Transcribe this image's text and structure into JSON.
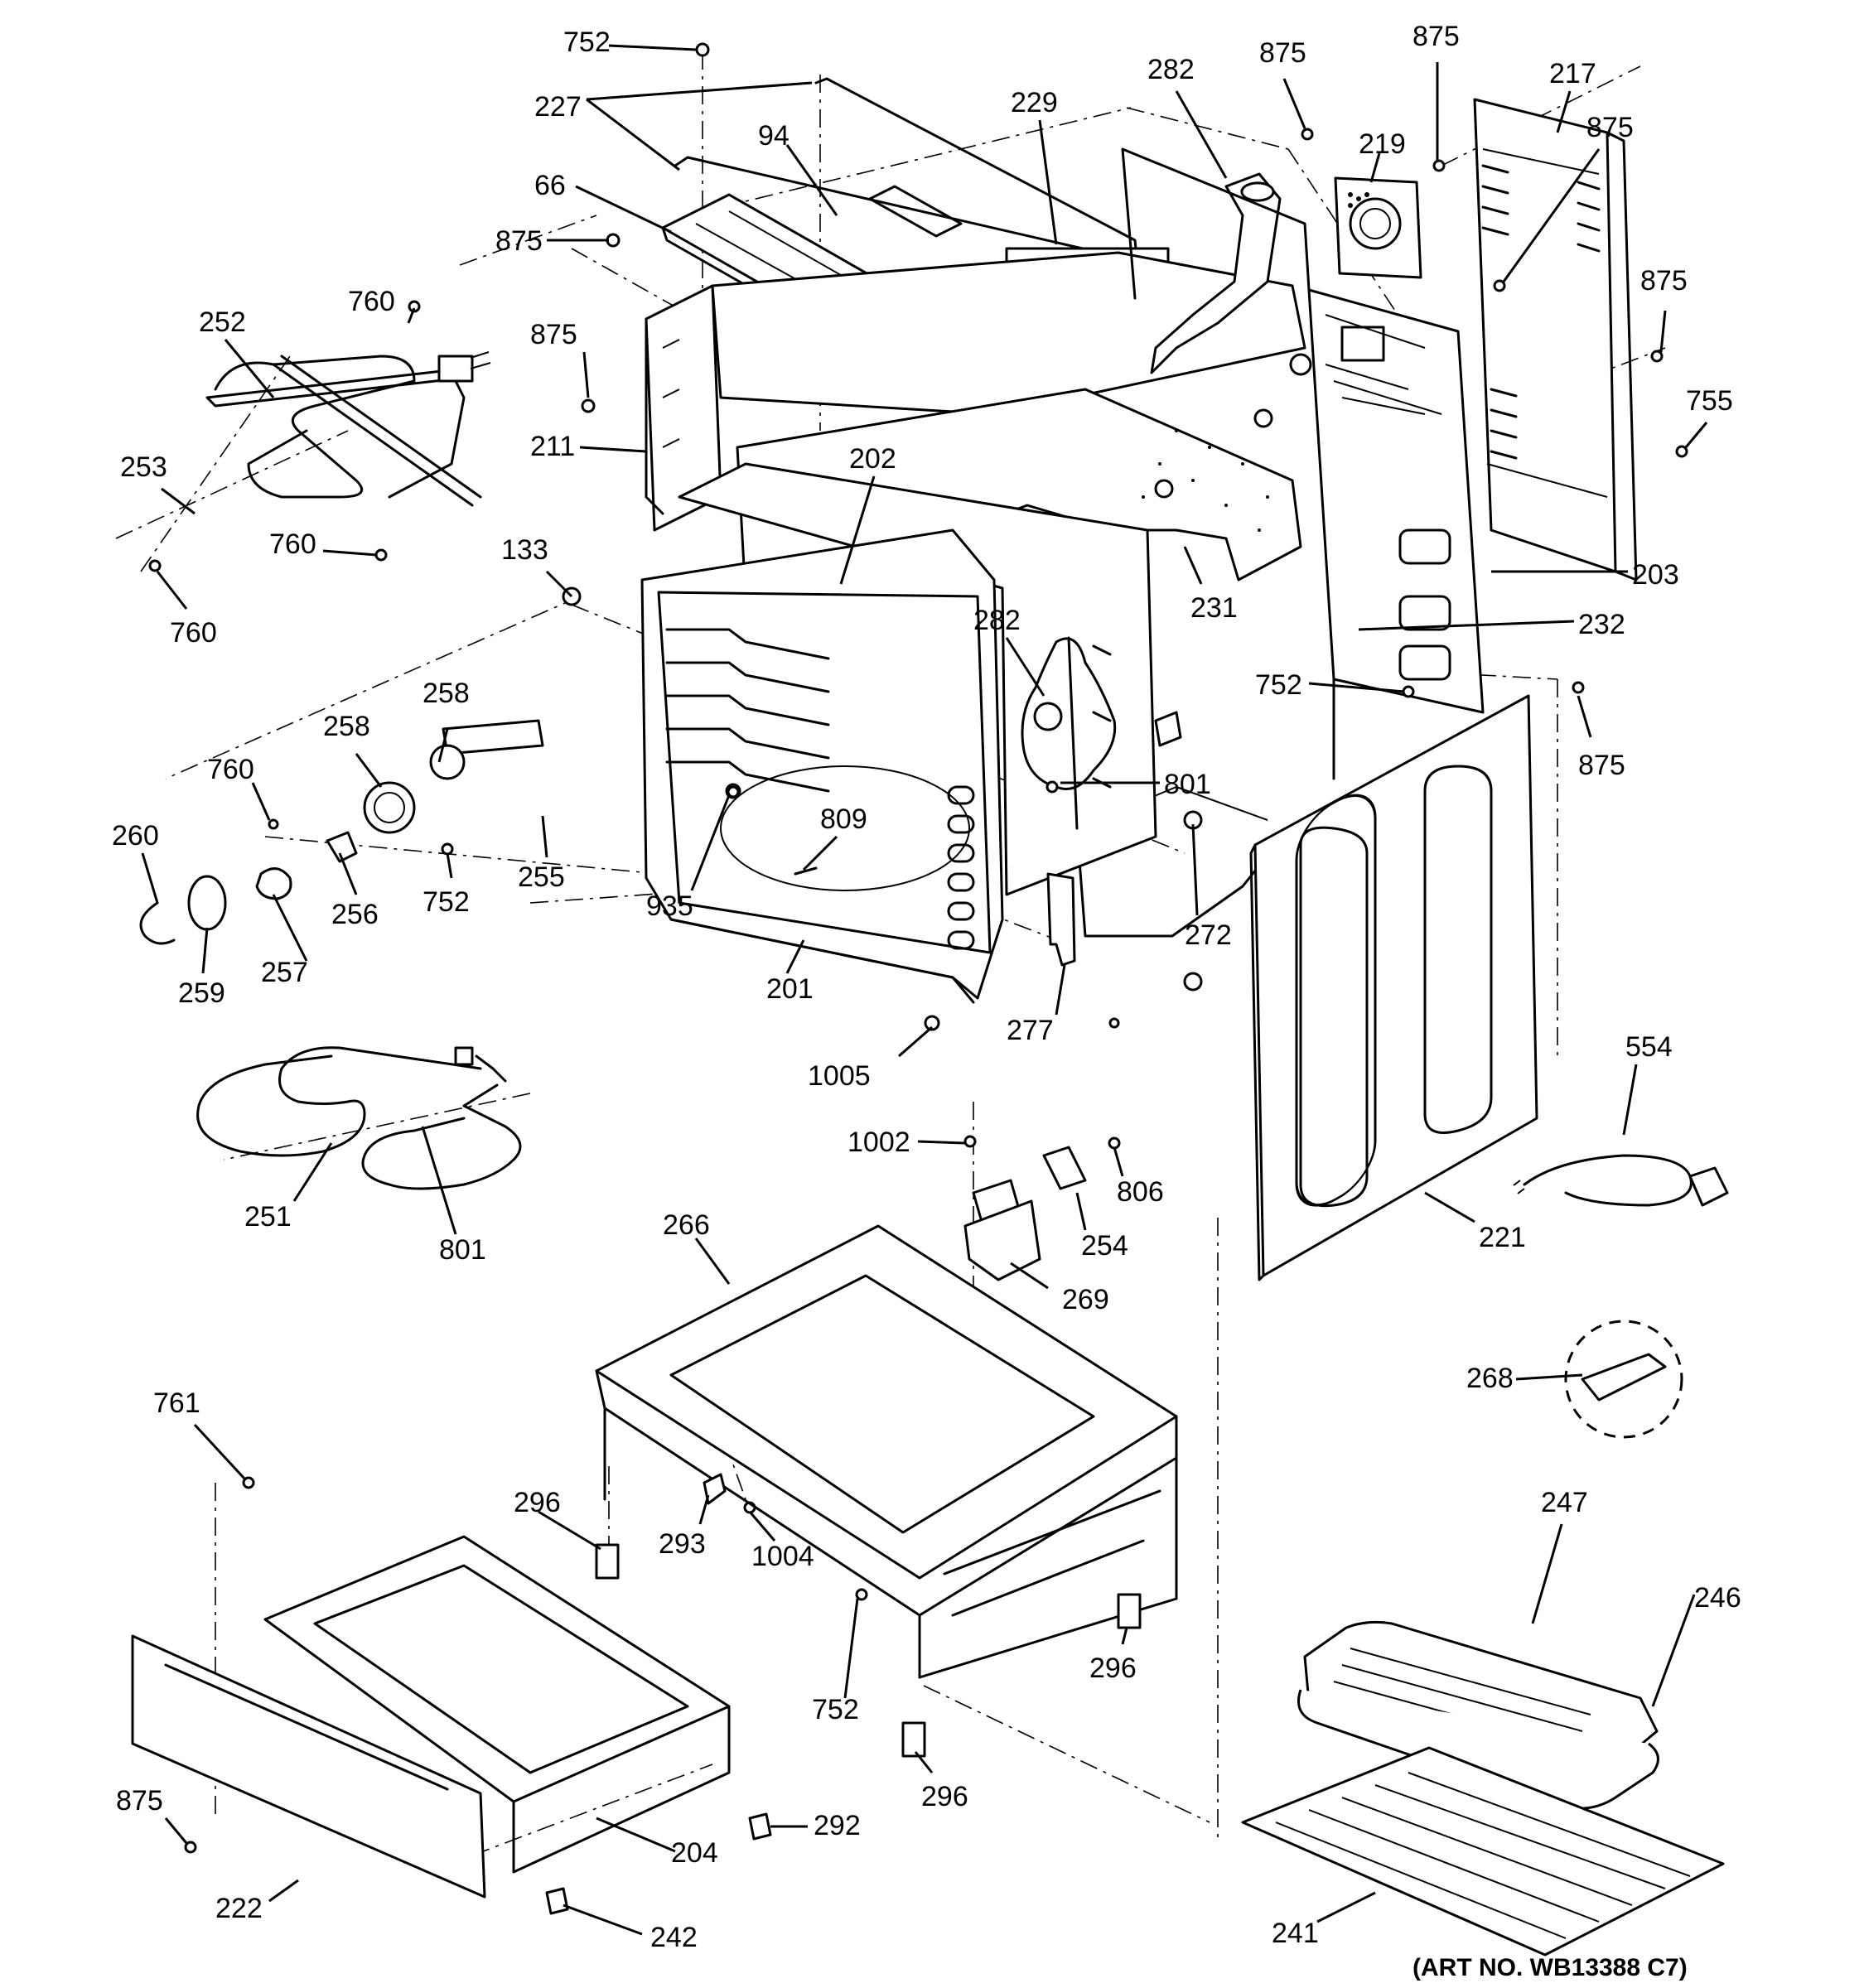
{
  "art_number": "(ART NO. WB13388 C7)",
  "labels": [
    {
      "id": "l752a",
      "text": "752"
    },
    {
      "id": "l227",
      "text": "227"
    },
    {
      "id": "l94",
      "text": "94"
    },
    {
      "id": "l66",
      "text": "66"
    },
    {
      "id": "l875a",
      "text": "875"
    },
    {
      "id": "l875b",
      "text": "875"
    },
    {
      "id": "l229",
      "text": "229"
    },
    {
      "id": "l282a",
      "text": "282"
    },
    {
      "id": "l875c",
      "text": "875"
    },
    {
      "id": "l875d",
      "text": "875"
    },
    {
      "id": "l219",
      "text": "219"
    },
    {
      "id": "l217",
      "text": "217"
    },
    {
      "id": "l875e",
      "text": "875"
    },
    {
      "id": "l875f",
      "text": "875"
    },
    {
      "id": "l755",
      "text": "755"
    },
    {
      "id": "l203",
      "text": "203"
    },
    {
      "id": "l232",
      "text": "232"
    },
    {
      "id": "l752b",
      "text": "752"
    },
    {
      "id": "l875g",
      "text": "875"
    },
    {
      "id": "l760a",
      "text": "760"
    },
    {
      "id": "l252",
      "text": "252"
    },
    {
      "id": "l253",
      "text": "253"
    },
    {
      "id": "l760b",
      "text": "760"
    },
    {
      "id": "l760c",
      "text": "760"
    },
    {
      "id": "l211",
      "text": "211"
    },
    {
      "id": "l202",
      "text": "202"
    },
    {
      "id": "l133",
      "text": "133"
    },
    {
      "id": "l231",
      "text": "231"
    },
    {
      "id": "l282b",
      "text": "282"
    },
    {
      "id": "l801a",
      "text": "801"
    },
    {
      "id": "l258a",
      "text": "258"
    },
    {
      "id": "l258b",
      "text": "258"
    },
    {
      "id": "l760d",
      "text": "760"
    },
    {
      "id": "l260",
      "text": "260"
    },
    {
      "id": "l255",
      "text": "255"
    },
    {
      "id": "l752c",
      "text": "752"
    },
    {
      "id": "l256",
      "text": "256"
    },
    {
      "id": "l257",
      "text": "257"
    },
    {
      "id": "l259",
      "text": "259"
    },
    {
      "id": "l809",
      "text": "809"
    },
    {
      "id": "l935",
      "text": "935"
    },
    {
      "id": "l201",
      "text": "201"
    },
    {
      "id": "l272",
      "text": "272"
    },
    {
      "id": "l277",
      "text": "277"
    },
    {
      "id": "l1005",
      "text": "1005"
    },
    {
      "id": "l554",
      "text": "554"
    },
    {
      "id": "l251",
      "text": "251"
    },
    {
      "id": "l801b",
      "text": "801"
    },
    {
      "id": "l1002",
      "text": "1002"
    },
    {
      "id": "l806",
      "text": "806"
    },
    {
      "id": "l254",
      "text": "254"
    },
    {
      "id": "l221",
      "text": "221"
    },
    {
      "id": "l266",
      "text": "266"
    },
    {
      "id": "l269",
      "text": "269"
    },
    {
      "id": "l268",
      "text": "268"
    },
    {
      "id": "l761",
      "text": "761"
    },
    {
      "id": "l296a",
      "text": "296"
    },
    {
      "id": "l293",
      "text": "293"
    },
    {
      "id": "l1004",
      "text": "1004"
    },
    {
      "id": "l247",
      "text": "247"
    },
    {
      "id": "l246",
      "text": "246"
    },
    {
      "id": "l296b",
      "text": "296"
    },
    {
      "id": "l752d",
      "text": "752"
    },
    {
      "id": "l296c",
      "text": "296"
    },
    {
      "id": "l292",
      "text": "292"
    },
    {
      "id": "l875h",
      "text": "875"
    },
    {
      "id": "l222",
      "text": "222"
    },
    {
      "id": "l204",
      "text": "204"
    },
    {
      "id": "l242",
      "text": "242"
    },
    {
      "id": "l241",
      "text": "241"
    }
  ]
}
